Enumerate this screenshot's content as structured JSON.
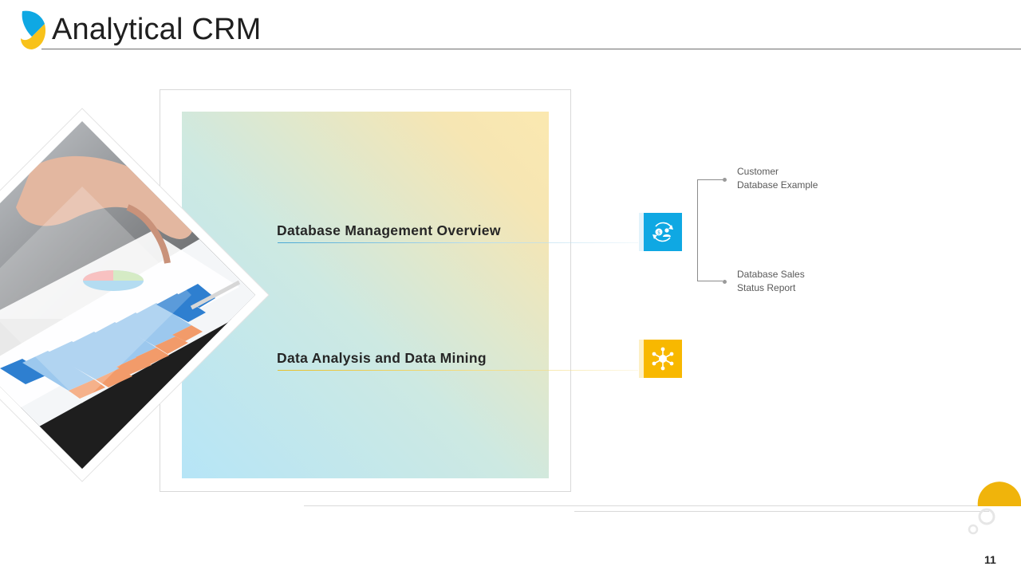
{
  "slide": {
    "title": "Analytical CRM",
    "page_number": "11"
  },
  "items": [
    {
      "label": "Database Management Overview",
      "icon": "exchange-icon",
      "color": "#0fa8e3"
    },
    {
      "label": "Data Analysis and Data Mining",
      "icon": "network-hub-icon",
      "color": "#f8b800"
    }
  ],
  "sub_items": [
    {
      "line1": "Customer",
      "line2": "Database Example"
    },
    {
      "line1": "Database Sales",
      "line2": "Status Report"
    }
  ],
  "colors": {
    "accent_blue": "#0fa8e3",
    "accent_yellow": "#f8b800"
  }
}
